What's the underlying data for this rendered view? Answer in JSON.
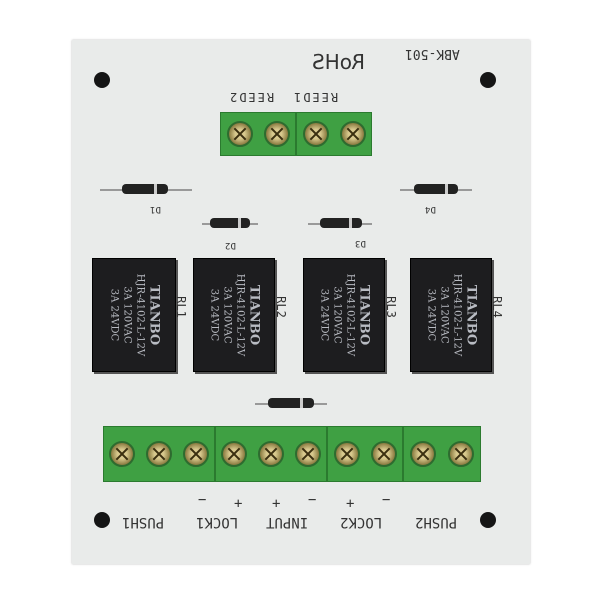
{
  "board": {
    "model": "ABK-501",
    "rohs": "RoHS",
    "top_labels": [
      "REED2",
      "REED1"
    ],
    "diodes": [
      "D1",
      "D2",
      "D3",
      "D4"
    ],
    "relays": [
      {
        "ref": "RL1"
      },
      {
        "ref": "RL2"
      },
      {
        "ref": "RL3"
      },
      {
        "ref": "RL4"
      }
    ],
    "relay_text": {
      "brand": "TIANBO",
      "part": "HJR-4102-L-12V",
      "rating1": "3A 120VAC",
      "rating2": "3A  24VDC"
    },
    "bottom_labels": [
      "PUSH1",
      "LOCK1",
      "INPUT",
      "LOCK2",
      "PUSH2"
    ],
    "polarity": {
      "plus": "+",
      "minus": "−"
    },
    "colors": {
      "board": "#e9ebea",
      "terminal": "#3fa043",
      "relay": "#1d1d1f"
    }
  }
}
